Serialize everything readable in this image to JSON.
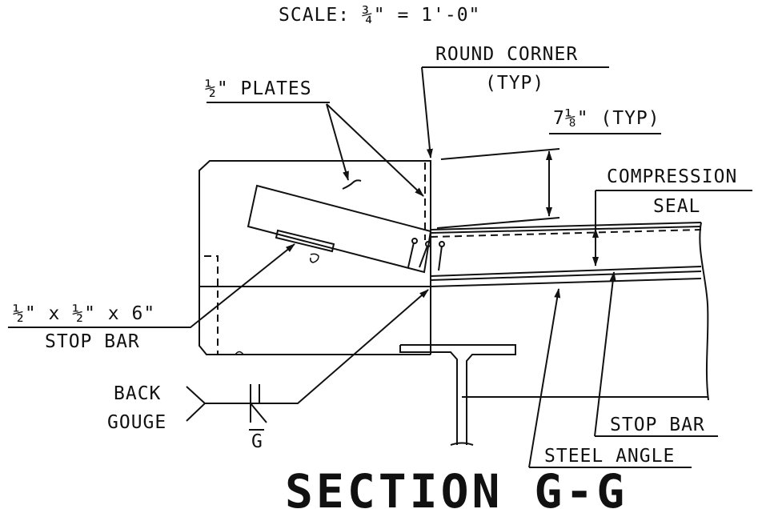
{
  "scale_note": "SCALE: ¾\" = 1'-0\"",
  "labels": {
    "round_corner_1": "ROUND CORNER",
    "round_corner_2": "(TYP)",
    "plates": "½\" PLATES",
    "dimension": "7⅛\" (TYP)",
    "compression_1": "COMPRESSION",
    "compression_2": "SEAL",
    "stop_bar_size": "½\" x ½\" x 6\"",
    "stop_bar_left": "STOP BAR",
    "back_gouge_1": "BACK",
    "back_gouge_2": "GOUGE",
    "weld_symbol": "G",
    "stop_bar_right": "STOP BAR",
    "steel_angle": "STEEL ANGLE"
  },
  "title": "SECTION G-G"
}
